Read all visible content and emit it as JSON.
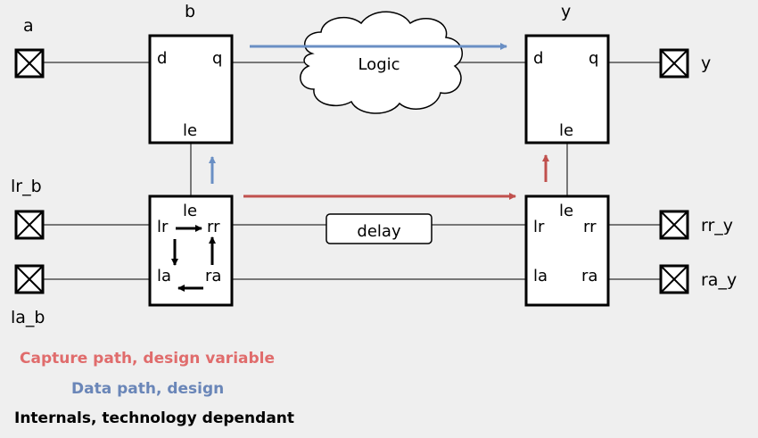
{
  "ports": {
    "a": "a",
    "y": "y",
    "lr_b": "lr_b",
    "la_b": "la_b",
    "rr_y": "rr_y",
    "ra_y": "ra_y"
  },
  "registers": {
    "b": {
      "title": "b",
      "d": "d",
      "q": "q",
      "le": "le"
    },
    "y": {
      "title": "y",
      "d": "d",
      "q": "q",
      "le": "le"
    }
  },
  "controllers": {
    "b": {
      "le": "le",
      "lr": "lr",
      "rr": "rr",
      "la": "la",
      "ra": "ra"
    },
    "y": {
      "le": "le",
      "lr": "lr",
      "rr": "rr",
      "la": "la",
      "ra": "ra"
    }
  },
  "logic_label": "Logic",
  "delay_label": "delay",
  "legend": {
    "capture": "Capture path, design variable",
    "data": "Data path, design",
    "internals": "Internals, technology dependant"
  },
  "colors": {
    "capture": "#c0504d",
    "data": "#6a8fc4",
    "internals": "#000000",
    "capture_text": "#e06c6c",
    "data_text": "#6a86b8"
  }
}
